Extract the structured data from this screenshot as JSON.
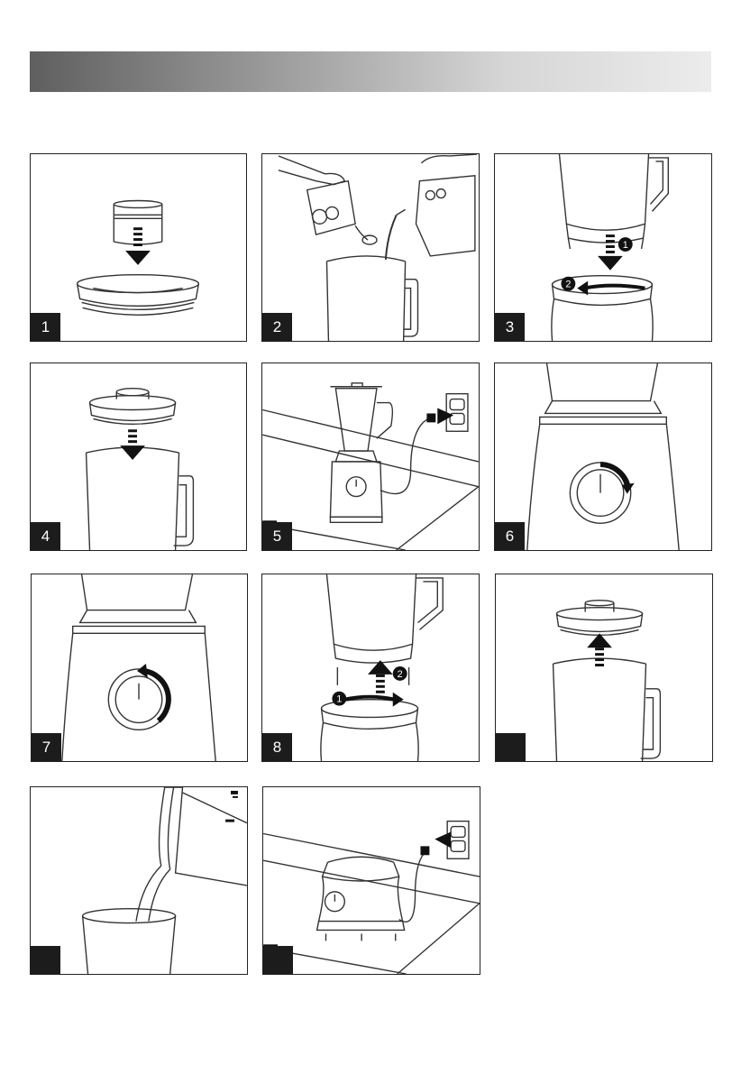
{
  "steps": [
    {
      "id": "1",
      "number": "1",
      "scene": "lid-insert"
    },
    {
      "id": "2",
      "number": "2",
      "scene": "add-ingredients"
    },
    {
      "id": "3",
      "number": "3",
      "scene": "attach-jar"
    },
    {
      "id": "4",
      "number": "4",
      "scene": "attach-lid"
    },
    {
      "id": "5",
      "number": "5",
      "scene": "plug-in"
    },
    {
      "id": "6",
      "number": "6",
      "scene": "turn-dial-on"
    },
    {
      "id": "7",
      "number": "7",
      "scene": "turn-dial-off"
    },
    {
      "id": "8",
      "number": "8",
      "scene": "remove-jar"
    },
    {
      "id": "9",
      "number": "",
      "scene": "remove-lid"
    },
    {
      "id": "10",
      "number": "",
      "scene": "pour-drink"
    },
    {
      "id": "11",
      "number": "",
      "scene": "unplug"
    }
  ],
  "callouts": {
    "one": "1",
    "two": "2"
  }
}
